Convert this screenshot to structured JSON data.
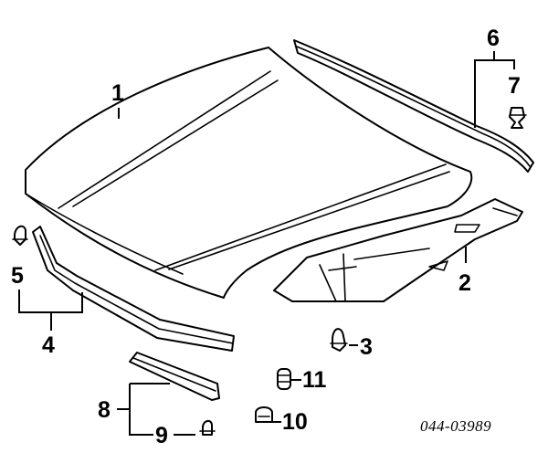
{
  "callouts": {
    "c1": "1",
    "c2": "2",
    "c3": "3",
    "c4": "4",
    "c5": "5",
    "c6": "6",
    "c7": "7",
    "c8": "8",
    "c9": "9",
    "c10": "10",
    "c11": "11"
  },
  "diagram_code": "044-03989"
}
